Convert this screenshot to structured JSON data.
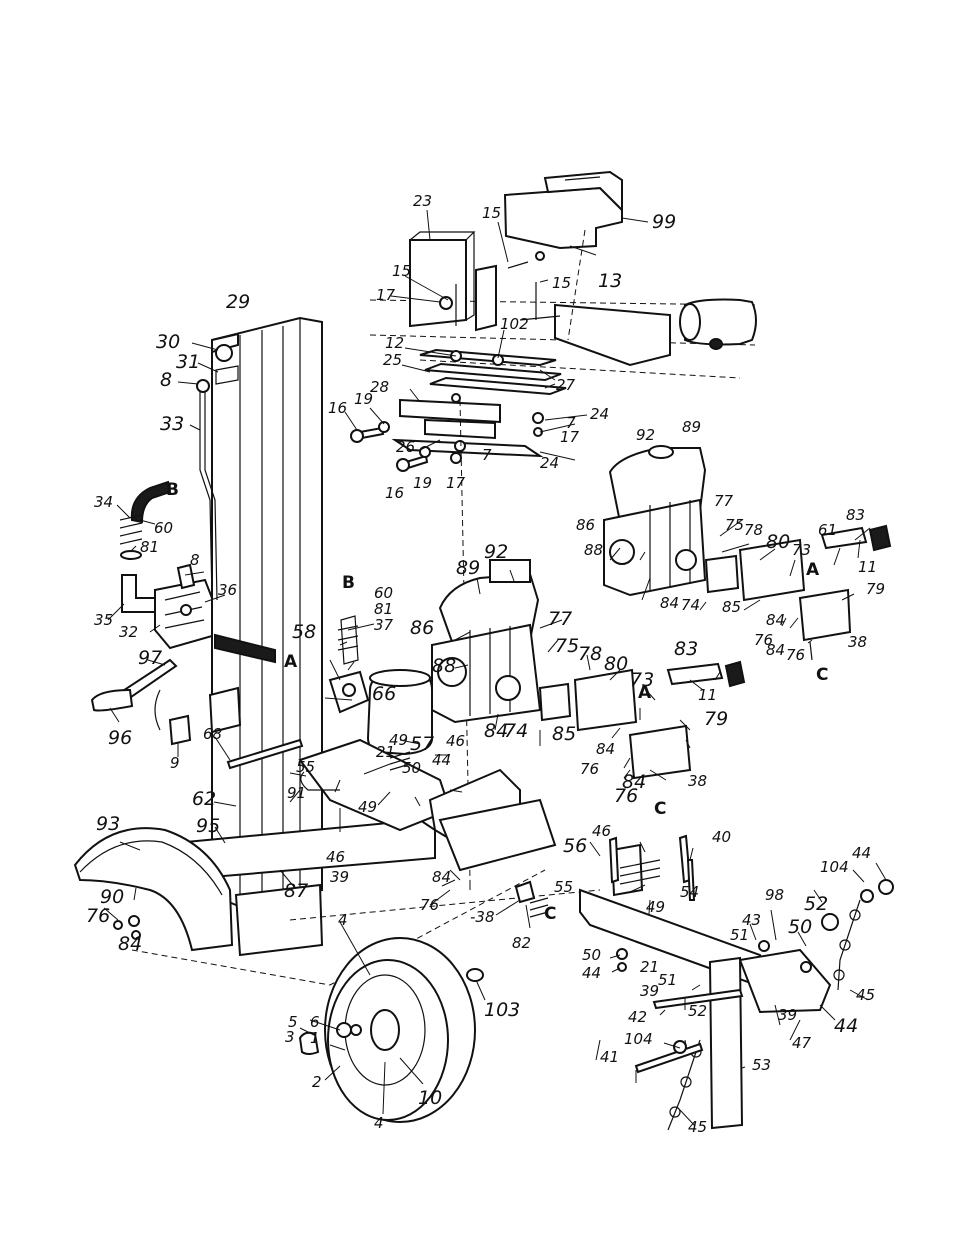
{
  "colors": {
    "ink": "#111111",
    "paper": "#ffffff"
  },
  "labels": {
    "p1": "1",
    "p2": "2",
    "p3": "3",
    "p4a": "4",
    "p4b": "4",
    "p5": "5",
    "p6": "6",
    "p7a": "7",
    "p7b": "7",
    "p8a": "8",
    "p8b": "8",
    "p9": "9",
    "p10": "10",
    "p11a": "11",
    "p11b": "11",
    "p12": "12",
    "p13": "13",
    "p15a": "15",
    "p15b": "15",
    "p15c": "15",
    "p16a": "16",
    "p16b": "16",
    "p17a": "17",
    "p17b": "17",
    "p17c": "17",
    "p19a": "19",
    "p19b": "19",
    "p21a": "21",
    "p21b": "21",
    "p23": "23",
    "p24a": "24",
    "p24b": "24",
    "p25": "25",
    "p26": "26",
    "p27": "27",
    "p28": "28",
    "p29": "29",
    "p30": "30",
    "p31": "31",
    "p32": "32",
    "p33": "33",
    "p34": "34",
    "p35": "35",
    "p36": "36",
    "p37": "37",
    "p38a": "38",
    "p38b": "38",
    "p38c": "-38",
    "p39a": "39",
    "p39b": "39",
    "p39c": "39",
    "p40": "40",
    "p41": "41",
    "p42": "42",
    "p43": "43",
    "p44a": "44",
    "p44b": "44",
    "p44c": "44",
    "p44d": "44",
    "p45a": "45",
    "p45b": "45",
    "p46a": "46",
    "p46b": "46",
    "p46c": "46",
    "p47": "47",
    "p49a": "49",
    "p49b": "49",
    "p49c": "49",
    "p50a": "50",
    "p50b": "50",
    "p50c": "50",
    "p51a": "51",
    "p51b": "51",
    "p52a": "52",
    "p52b": "52",
    "p53": "53",
    "p54": "54",
    "p55a": "55",
    "p55b": "55",
    "p56": "56",
    "p57": "57",
    "p58": "58",
    "p60a": "60",
    "p60b": "60",
    "p61": "61",
    "p62": "62",
    "p66": "66",
    "p68": "68",
    "p73a": "73",
    "p73b": "73",
    "p74a": "74",
    "p74b": "74",
    "p75a": "75",
    "p75b": "75",
    "p76a": "76",
    "p76b": "76",
    "p76c": "76",
    "p76d": "76",
    "p76e": "76",
    "p76f": "76",
    "p77a": "77",
    "p77b": "77",
    "p78a": "78",
    "p78b": "78",
    "p79a": "79",
    "p79b": "79",
    "p80a": "80",
    "p80b": "80",
    "p81a": "81",
    "p81b": "81",
    "p82": "82",
    "p83a": "83",
    "p83b": "83",
    "p84a": "84",
    "p84b": "84",
    "p84c": "84",
    "p84d": "84",
    "p84e": "84",
    "p84f": "84",
    "p84g": "84",
    "p84h": "84",
    "p85a": "85",
    "p85b": "85",
    "p86a": "86",
    "p86b": "86",
    "p87": "87",
    "p88a": "88",
    "p88b": "88",
    "p89a": "89",
    "p89b": "89",
    "p90": "90",
    "p91": "91",
    "p92a": "92",
    "p92b": "92",
    "p93": "93",
    "p95": "95",
    "p96": "96",
    "p97": "97",
    "p98": "98",
    "p99": "99",
    "p102": "102",
    "p103": "103",
    "p104a": "104",
    "p104b": "104",
    "kA1": "A",
    "kA2": "A",
    "kA3": "A",
    "kB1": "B",
    "kB2": "B",
    "kC1": "C",
    "kC2": "C",
    "kC3": "C"
  }
}
